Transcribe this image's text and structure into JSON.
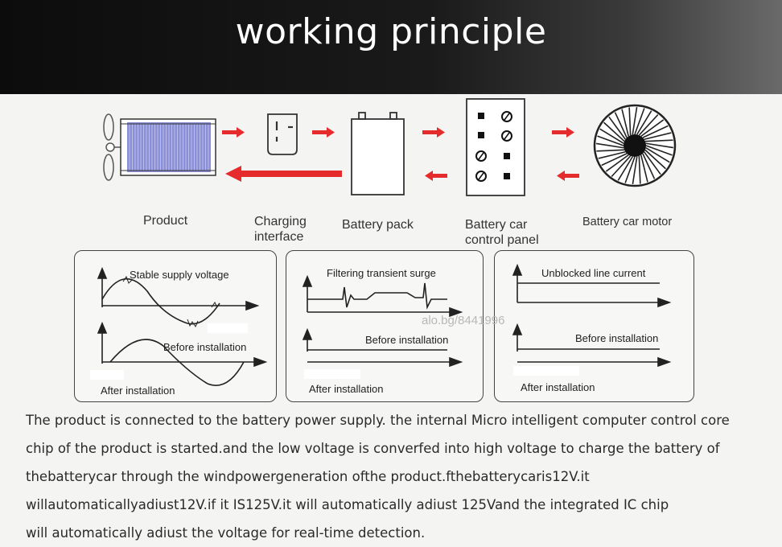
{
  "title": "working principle",
  "components": [
    {
      "id": "product",
      "label": "Product"
    },
    {
      "id": "charging",
      "label": "Charging\ninterface"
    },
    {
      "id": "battery",
      "label": "Battery pack"
    },
    {
      "id": "control",
      "label": "Battery car\ncontrol panel"
    },
    {
      "id": "motor",
      "label": "Battery car motor"
    }
  ],
  "panels": [
    {
      "top_label": "Stable supply voltage",
      "middle_label": "Before installation",
      "bottom_label": "After installation"
    },
    {
      "top_label": "Filtering transient surge",
      "middle_label": "Before installation",
      "bottom_label": "After installation"
    },
    {
      "top_label": "Unblocked line current",
      "middle_label": "Before installation",
      "bottom_label": "After installation"
    }
  ],
  "watermark": "alo.bg/8441996",
  "description": [
    "The product is connected to the battery power supply. the internal Micro intelligent computer control core",
    "chip of the product is started.and the low voltage is converfed into high voltage to charge the battery of",
    "thebatterycar through the windpowergeneration ofthe product.fthebatterycaris12V.it",
    "willautomaticallyadiust12V.if it IS125V.it will automatically adiust 125Vand the integrated IC chip",
    "will automatically adiust the voltage for real-time detection."
  ],
  "colors": {
    "arrow": "#e52b2b",
    "panel_fill": "#8a8fd6",
    "line": "#222222"
  }
}
